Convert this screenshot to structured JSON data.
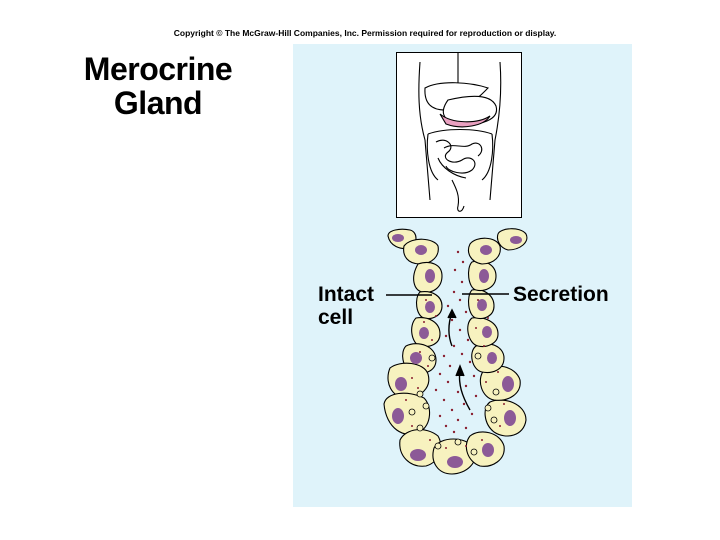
{
  "copyright": "Copyright © The McGraw-Hill Companies, Inc. Permission required for reproduction or display.",
  "title": {
    "line1": "Merocrine",
    "line2": "Gland"
  },
  "labels": {
    "intact_line1": "Intact",
    "intact_line2": "cell",
    "secretion": "Secretion"
  },
  "colors": {
    "panel_background": "#dff3fa",
    "cell_fill": "#f7f2bf",
    "nucleus": "#8c5a97",
    "granule": "#8a2030",
    "stomach_highlight": "#e9a0c0"
  }
}
